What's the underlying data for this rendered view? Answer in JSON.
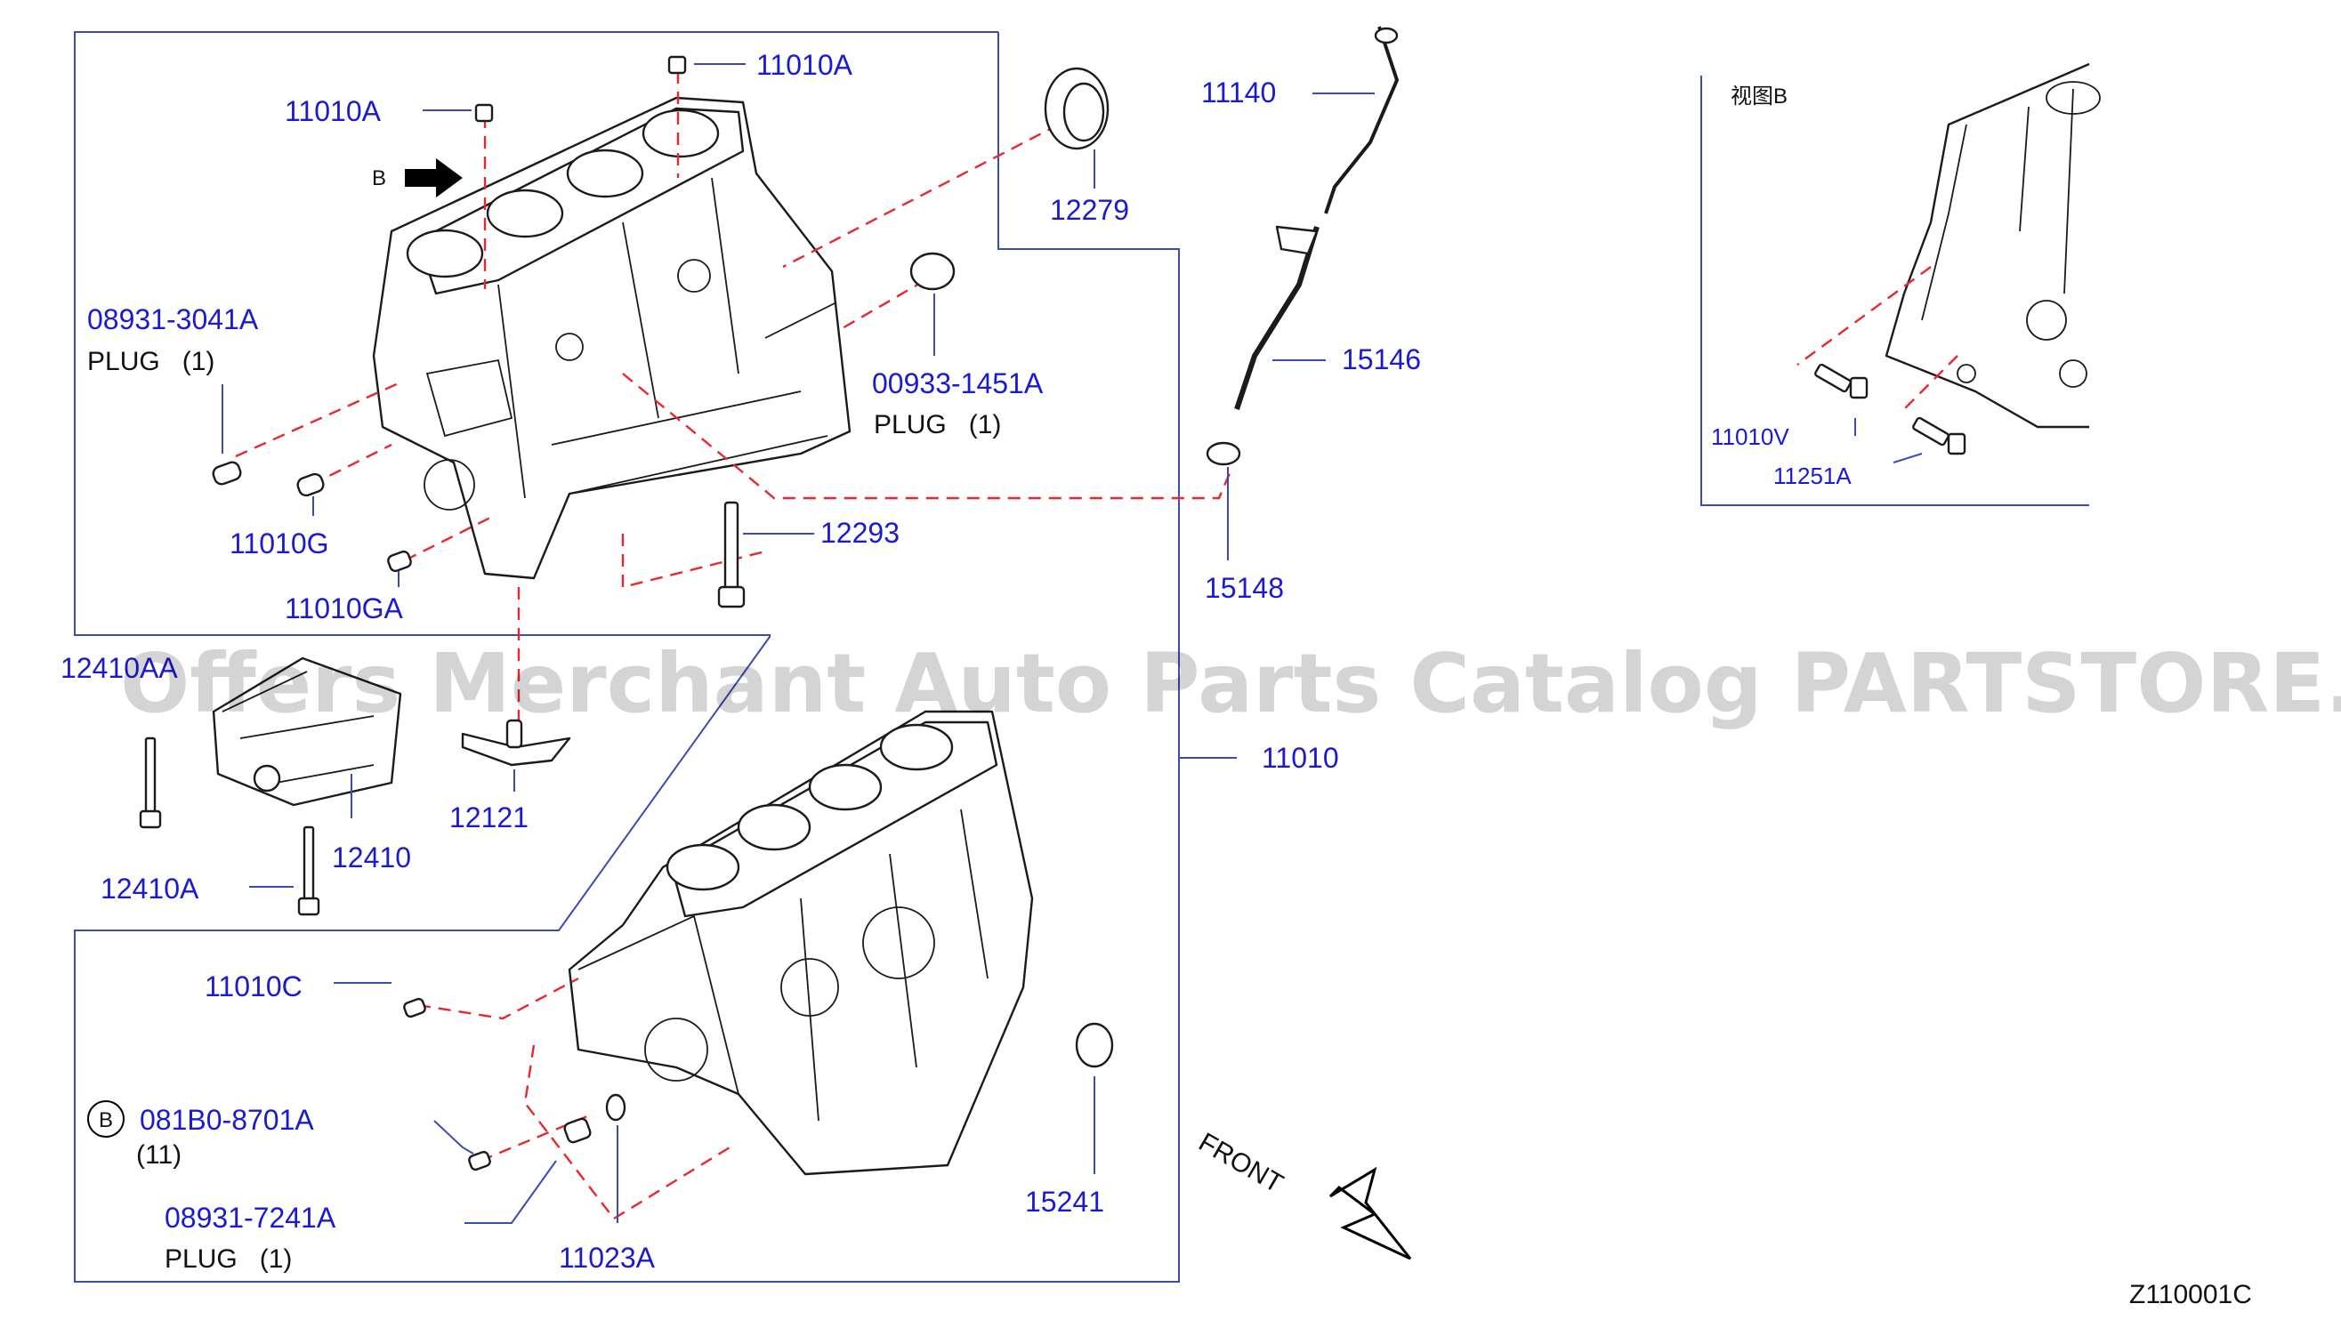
{
  "diagram": {
    "watermark": "Offers Merchant Auto Parts Catalog PARTSTORE.SA",
    "diagram_code": "Z110001C",
    "front_label": "FRONT",
    "view_b_title": "视图B",
    "view_marker": "B",
    "circle_b": "B",
    "parts": {
      "p11010A_top": "11010A",
      "p11010A_left": "11010A",
      "p12279": "12279",
      "p11140": "11140",
      "p15146": "15146",
      "p15148": "15148",
      "p08931_3041A": "08931-3041A",
      "plug_1_a": "PLUG   (1)",
      "p00933_1451A": "00933-1451A",
      "plug_1_b": "PLUG   (1)",
      "p11010G": "11010G",
      "p11010GA": "11010GA",
      "p12293": "12293",
      "p12410AA": "12410AA",
      "p12410": "12410",
      "p12410A": "12410A",
      "p12121": "12121",
      "p11010": "11010",
      "p11010C": "11010C",
      "p081B0_8701A": "081B0-8701A",
      "qty_11": "(11)",
      "p08931_7241A": "08931-7241A",
      "plug_1_c": "PLUG   (1)",
      "p11023A": "11023A",
      "p15241": "15241",
      "p11010V": "11010V",
      "p11251A": "11251A"
    }
  }
}
